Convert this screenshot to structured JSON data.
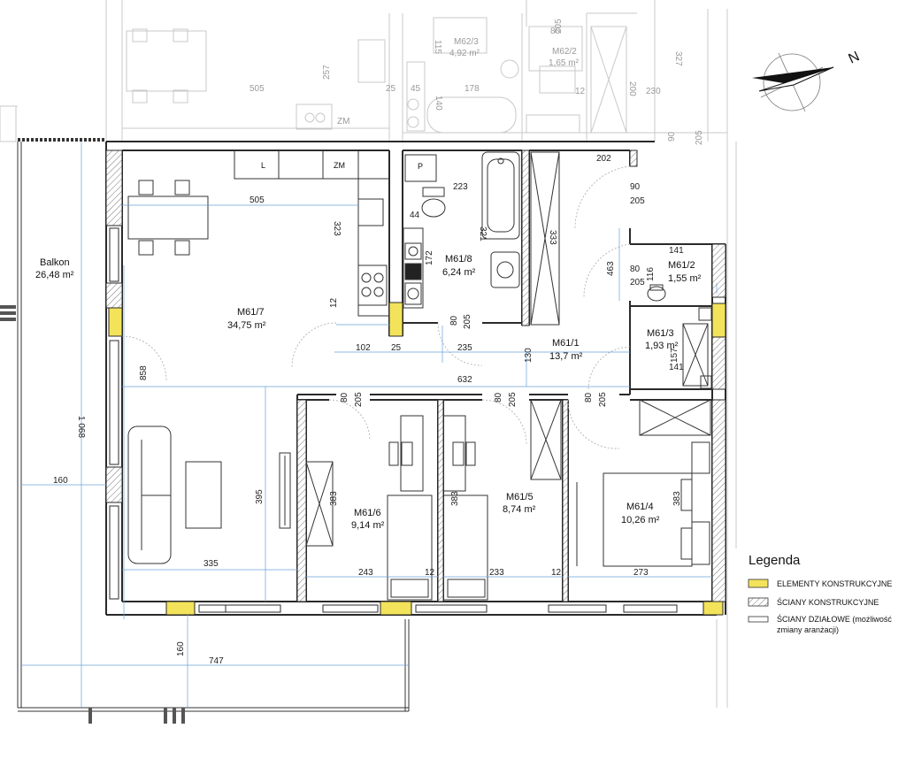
{
  "colors": {
    "structural": "#f3e35a",
    "wall": "#2a2a2a",
    "faint": "#c8c8c8",
    "dimline": "#6aa0d8"
  },
  "rooms": [
    {
      "id": "M61/7",
      "area": "34,75 m²"
    },
    {
      "id": "M61/8",
      "area": "6,24 m²"
    },
    {
      "id": "M61/1",
      "area": "13,7 m²"
    },
    {
      "id": "M61/2",
      "area": "1,55 m²"
    },
    {
      "id": "M61/3",
      "area": "1,93 m²"
    },
    {
      "id": "M61/6",
      "area": "9,14 m²"
    },
    {
      "id": "M61/5",
      "area": "8,74 m²"
    },
    {
      "id": "M61/4",
      "area": "10,26 m²"
    },
    {
      "id": "Balkon",
      "area": "26,48 m²"
    }
  ],
  "neighbor_rooms": [
    {
      "id": "M62/3",
      "area": "4,92 m²"
    },
    {
      "id": "M62/2",
      "area": "1,65 m²"
    }
  ],
  "fixtures": {
    "fridge": "L",
    "oven": "ZM",
    "washer": "P"
  },
  "dimensions": [
    "505",
    "323",
    "12",
    "102",
    "25",
    "235",
    "130",
    "223",
    "44",
    "321",
    "333",
    "172",
    "80",
    "205",
    "202",
    "90",
    "205",
    "463",
    "141",
    "116",
    "80",
    "205",
    "157",
    "141",
    "632",
    "80",
    "205",
    "80",
    "205",
    "80",
    "205",
    "858",
    "395",
    "383",
    "383",
    "383",
    "335",
    "243",
    "12",
    "233",
    "12",
    "273",
    "1 068",
    "160",
    "160",
    "747"
  ],
  "faint_dimensions": [
    "505",
    "257",
    "178",
    "115",
    "80",
    "205",
    "327",
    "200",
    "230",
    "12",
    "45",
    "25",
    "140",
    "90",
    "205",
    "ZM"
  ],
  "north_label": "N",
  "legend": {
    "title": "Legenda",
    "items": [
      {
        "label": "ELEMENTY KONSTRUKCYJNE"
      },
      {
        "label": "ŚCIANY KONSTRUKCYJNE"
      },
      {
        "label": "ŚCIANY DZIAŁOWE (możliwość",
        "label2": "zmiany aranżacji)"
      }
    ]
  }
}
